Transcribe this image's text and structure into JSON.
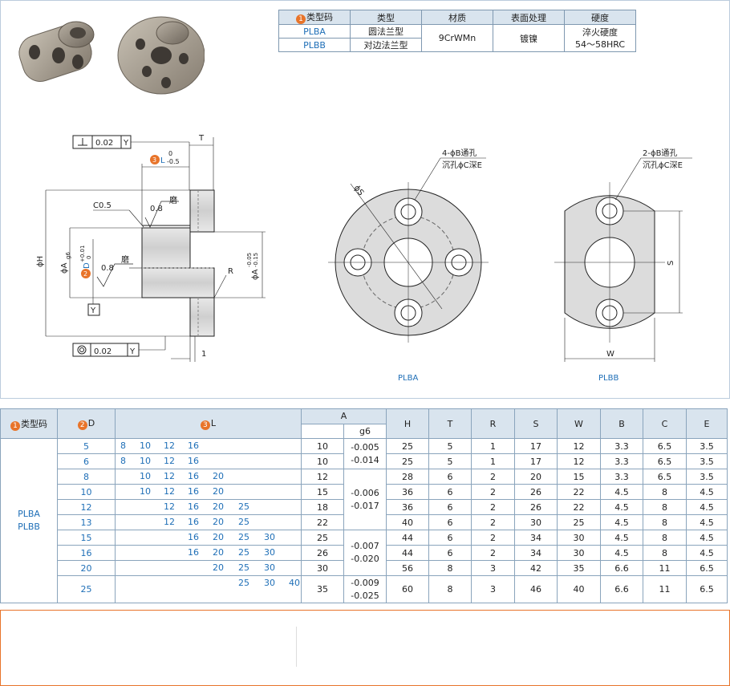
{
  "material_table": {
    "headers": [
      "类型码",
      "类型",
      "材质",
      "表面处理",
      "硬度"
    ],
    "header_num": "1",
    "rows": [
      {
        "code": "PLBA",
        "type": "圆法兰型"
      },
      {
        "code": "PLBB",
        "type": "对边法兰型"
      }
    ],
    "material": "9CrWMn",
    "surface": "镀镍",
    "hardness_1": "淬火硬度",
    "hardness_2": "54～58HRC"
  },
  "drawing": {
    "perp_tol": "0.02",
    "perp_datum": "Y",
    "l_label": "L",
    "l_tol_top": "0",
    "l_tol_bot": "-0.5",
    "t_label": "T",
    "c_label": "C0.5",
    "rough1": "0.8",
    "grind1": "磨",
    "rough2": "0.8",
    "grind2": "磨",
    "phi_h": "ϕH",
    "phi_a": "ϕA",
    "phi_a_sub": "g6",
    "d_label": "D",
    "d_tol_top": "+0.01",
    "d_tol_bot": "0",
    "phi_a2": "ϕA",
    "a2_tol_top": "-0.05",
    "a2_tol_bot": "-0.15",
    "r_label": "R",
    "datum_y": "Y",
    "conc_tol": "0.02",
    "conc_datum": "Y",
    "dim_1": "1",
    "plba_note1": "4-ϕB通孔",
    "plba_note2": "沉孔ϕC深E",
    "plba_s": "ϕS",
    "plba_label": "PLBA",
    "plbb_note1": "2-ϕB通孔",
    "plbb_note2": "沉孔ϕC深E",
    "plbb_s": "S",
    "plbb_w": "W",
    "plbb_label": "PLBB"
  },
  "spec_table": {
    "headers": {
      "type": "类型码",
      "d": "D",
      "l": "L",
      "a": "A",
      "a_sub": "g6",
      "h": "H",
      "t": "T",
      "r": "R",
      "s": "S",
      "w": "W",
      "b": "B",
      "c": "C",
      "e": "E"
    },
    "nums": {
      "type": "1",
      "d": "2",
      "l": "3"
    },
    "type_codes": [
      "PLBA",
      "PLBB"
    ],
    "rows": [
      {
        "d": "5",
        "l": [
          "8",
          "10",
          "12",
          "16",
          "",
          "",
          "",
          ""
        ],
        "a": "10",
        "h": "25",
        "t": "5",
        "r": "1",
        "s": "17",
        "w": "12",
        "b": "3.3",
        "c": "6.5",
        "e": "3.5"
      },
      {
        "d": "6",
        "l": [
          "8",
          "10",
          "12",
          "16",
          "",
          "",
          "",
          ""
        ],
        "a": "10",
        "h": "25",
        "t": "5",
        "r": "1",
        "s": "17",
        "w": "12",
        "b": "3.3",
        "c": "6.5",
        "e": "3.5"
      },
      {
        "d": "8",
        "l": [
          "",
          "10",
          "12",
          "16",
          "20",
          "",
          "",
          ""
        ],
        "a": "12",
        "h": "28",
        "t": "6",
        "r": "2",
        "s": "20",
        "w": "15",
        "b": "3.3",
        "c": "6.5",
        "e": "3.5"
      },
      {
        "d": "10",
        "l": [
          "",
          "10",
          "12",
          "16",
          "20",
          "",
          "",
          ""
        ],
        "a": "15",
        "h": "36",
        "t": "6",
        "r": "2",
        "s": "26",
        "w": "22",
        "b": "4.5",
        "c": "8",
        "e": "4.5"
      },
      {
        "d": "12",
        "l": [
          "",
          "",
          "12",
          "16",
          "20",
          "25",
          "",
          ""
        ],
        "a": "18",
        "h": "36",
        "t": "6",
        "r": "2",
        "s": "26",
        "w": "22",
        "b": "4.5",
        "c": "8",
        "e": "4.5"
      },
      {
        "d": "13",
        "l": [
          "",
          "",
          "12",
          "16",
          "20",
          "25",
          "",
          ""
        ],
        "a": "22",
        "h": "40",
        "t": "6",
        "r": "2",
        "s": "30",
        "w": "25",
        "b": "4.5",
        "c": "8",
        "e": "4.5"
      },
      {
        "d": "15",
        "l": [
          "",
          "",
          "",
          "16",
          "20",
          "25",
          "30",
          ""
        ],
        "a": "25",
        "h": "44",
        "t": "6",
        "r": "2",
        "s": "34",
        "w": "30",
        "b": "4.5",
        "c": "8",
        "e": "4.5"
      },
      {
        "d": "16",
        "l": [
          "",
          "",
          "",
          "16",
          "20",
          "25",
          "30",
          ""
        ],
        "a": "26",
        "h": "44",
        "t": "6",
        "r": "2",
        "s": "34",
        "w": "30",
        "b": "4.5",
        "c": "8",
        "e": "4.5"
      },
      {
        "d": "20",
        "l": [
          "",
          "",
          "",
          "",
          "20",
          "25",
          "30",
          ""
        ],
        "a": "30",
        "h": "56",
        "t": "8",
        "r": "3",
        "s": "42",
        "w": "35",
        "b": "6.6",
        "c": "11",
        "e": "6.5"
      },
      {
        "d": "25",
        "l": [
          "",
          "",
          "",
          "",
          "",
          "25",
          "30",
          "40"
        ],
        "a": "35",
        "h": "60",
        "t": "8",
        "r": "3",
        "s": "46",
        "w": "40",
        "b": "6.6",
        "c": "11",
        "e": "6.5"
      }
    ],
    "g6_groups": [
      {
        "top": "-0.005",
        "bot": "-0.014"
      },
      {
        "top": "-0.006",
        "bot": "-0.017"
      },
      {
        "top": "-0.007",
        "bot": "-0.020"
      },
      {
        "top": "-0.009",
        "bot": "-0.025"
      }
    ]
  },
  "colors": {
    "accent": "#e8742a",
    "blue": "#1f6fb7",
    "header_bg": "#d9e4ee"
  }
}
